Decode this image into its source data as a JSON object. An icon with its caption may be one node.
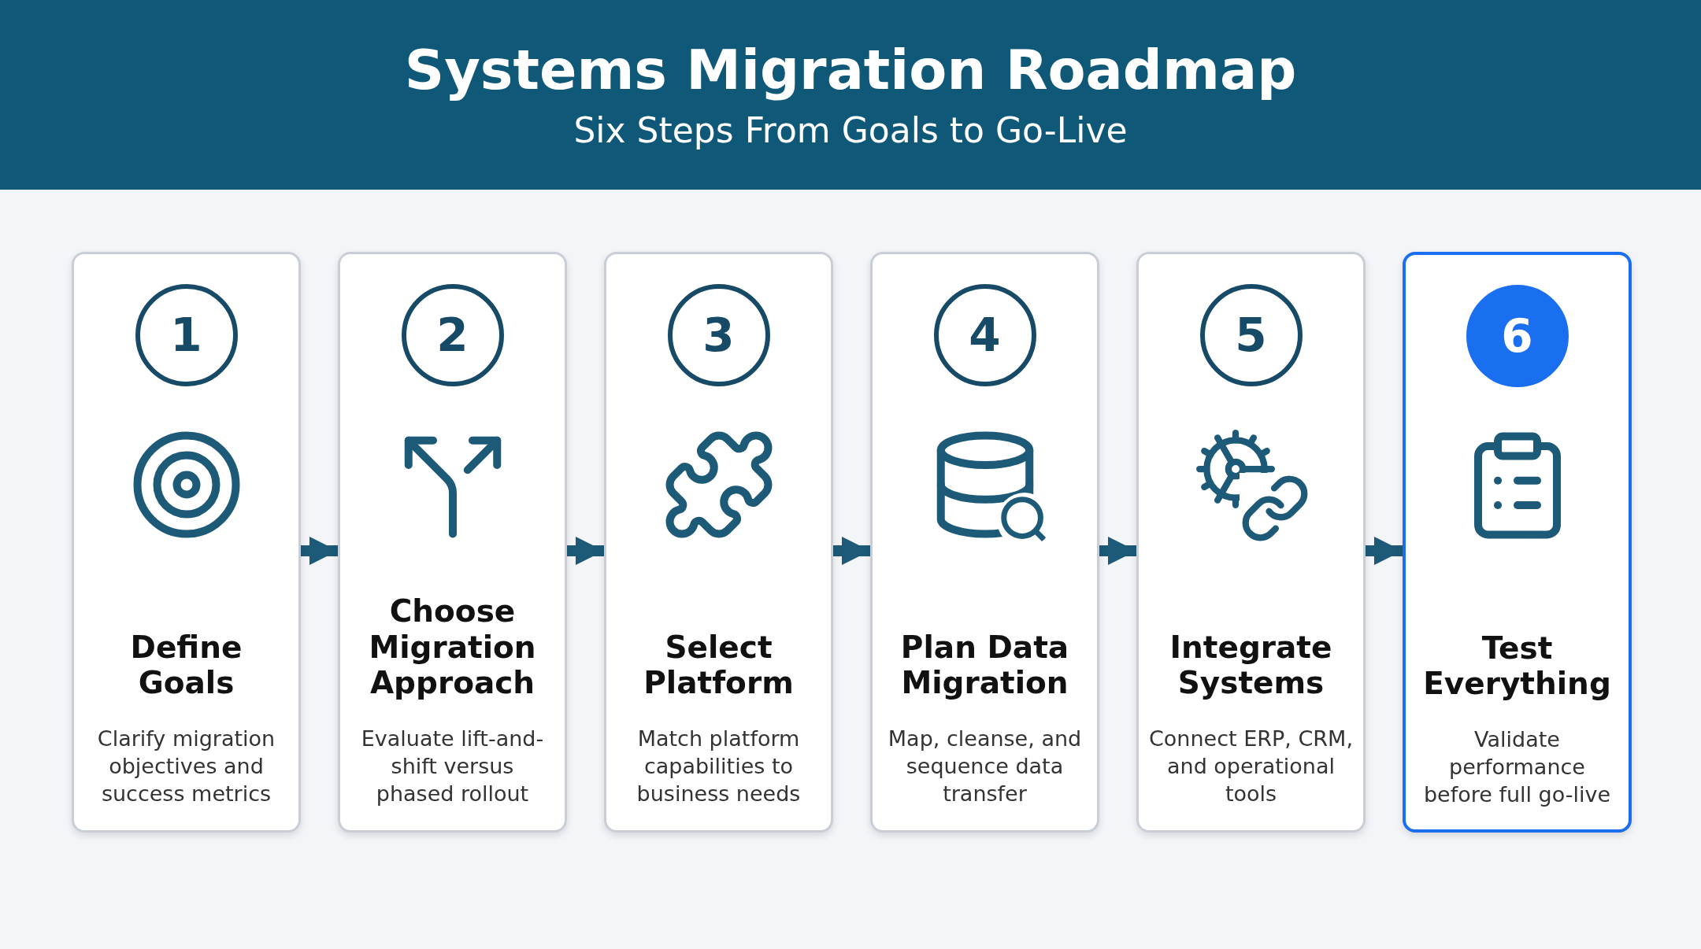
{
  "diagram": {
    "title": "Systems Migration Roadmap",
    "caption": "Six Steps From Goals to Go-Live",
    "nodes": [
      {
        "text": [
          "1",
          "Define Goals",
          "Clarify migration objectives and success metrics"
        ]
      },
      {
        "text": [
          "2",
          "Choose Migration Approach",
          "Evaluate lift-and-shift versus phased rollout"
        ]
      },
      {
        "text": [
          "3",
          "Select Platform",
          "Match platform capabilities to business needs"
        ]
      },
      {
        "text": [
          "4",
          "Plan Data Migration",
          "Map, cleanse, and sequence data transfer"
        ]
      },
      {
        "text": [
          "5",
          "Integrate Systems",
          "Connect ERP, CRM, and operational tools"
        ]
      },
      {
        "text": [
          "6",
          "Test Everything",
          "Validate performance before full go-live"
        ]
      }
    ],
    "edges": [
      {
        "from": 0,
        "to": 1,
        "arrow": "to"
      },
      {
        "from": 1,
        "to": 2,
        "arrow": "to"
      },
      {
        "from": 2,
        "to": 3,
        "arrow": "to"
      },
      {
        "from": 3,
        "to": 4,
        "arrow": "to"
      },
      {
        "from": 4,
        "to": 5,
        "arrow": "to"
      }
    ]
  }
}
